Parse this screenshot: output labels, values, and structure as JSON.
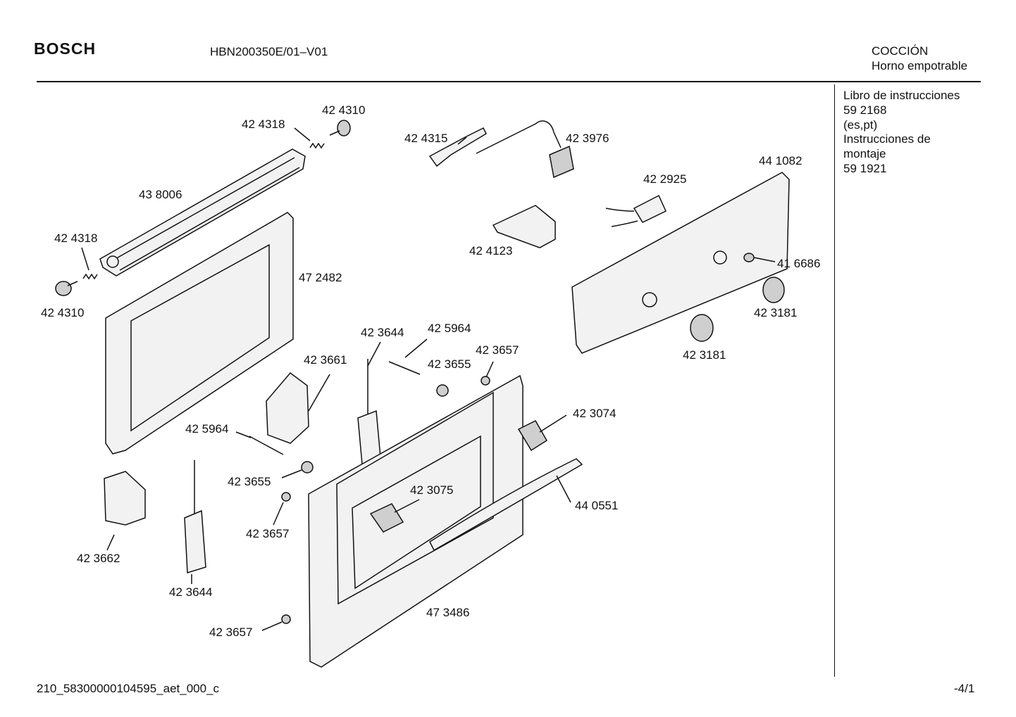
{
  "header": {
    "brand": "BOSCH",
    "model": "HBN200350E/01–V01",
    "category": "COCCIÓN",
    "subcategory": "Horno empotrable"
  },
  "docs": [
    "Libro de instrucciones",
    "59 2168",
    "(es,pt)",
    "Instrucciones de",
    "montaje",
    "59 1921"
  ],
  "parts": [
    "42 4310",
    "42 4318",
    "43 8006",
    "42 4318",
    "42 4310",
    "47 2482",
    "42 4315",
    "42 3976",
    "44 1082",
    "42 2925",
    "42 4123",
    "41 6686",
    "42 3181",
    "42 3181",
    "42 3644",
    "42 5964",
    "42 3657",
    "42 3655",
    "42 3661",
    "42 5964",
    "42 3074",
    "42 3655",
    "42 3075",
    "44 0551",
    "42 3657",
    "42 3662",
    "42 3644",
    "47 3486",
    "42 3657"
  ],
  "footer": {
    "code": "210_58300000104595_aet_000_c",
    "page": "-4/1"
  }
}
